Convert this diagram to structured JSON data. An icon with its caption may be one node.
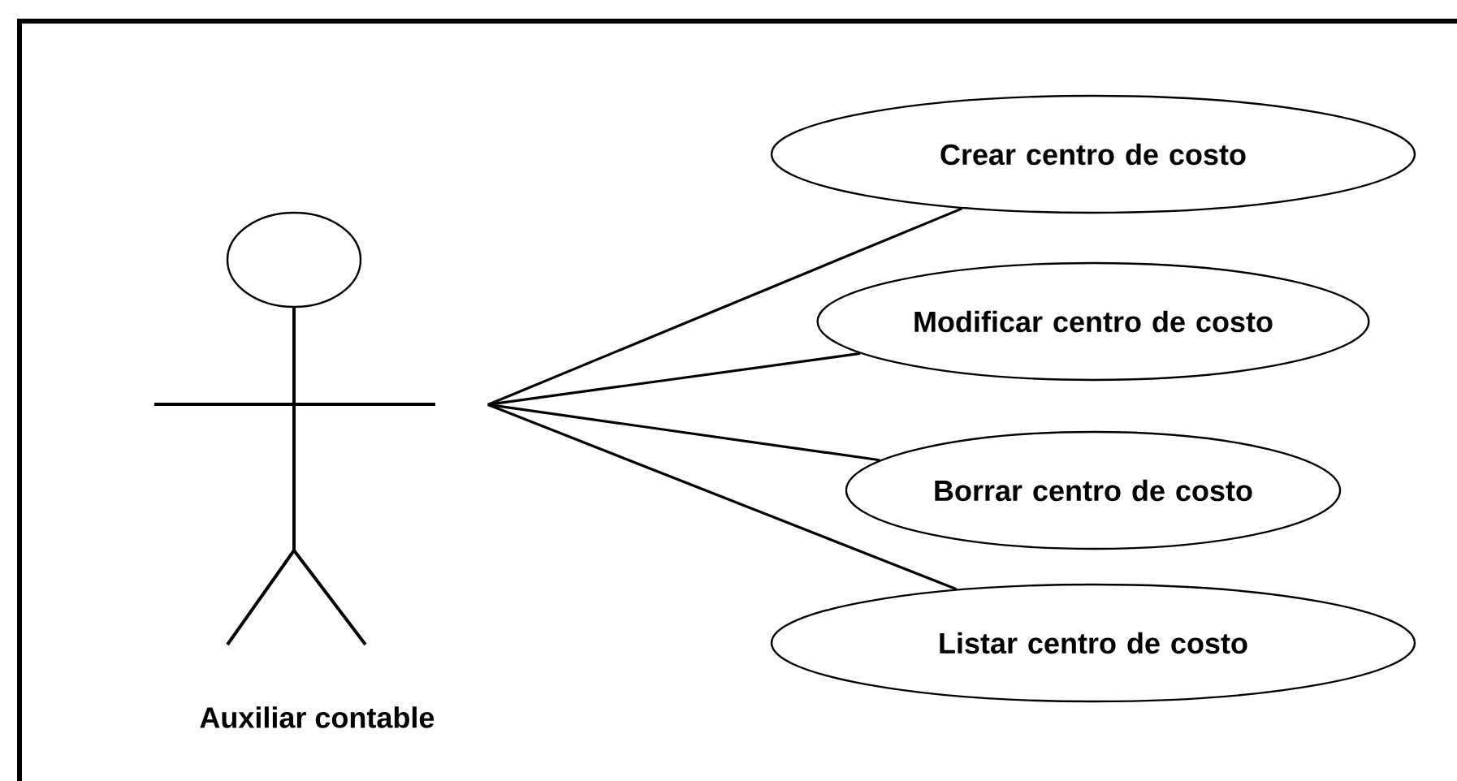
{
  "diagram": {
    "nodes": [
      {
        "text": [
          "Auxiliar contable"
        ]
      },
      {
        "text": [
          "Crear centro de costo"
        ]
      },
      {
        "text": [
          "Modificar centro de costo"
        ]
      },
      {
        "text": [
          "Borrar centro de costo"
        ]
      },
      {
        "text": [
          "Listar centro de costo"
        ]
      }
    ],
    "edges": [
      {
        "from": 0,
        "to": 1,
        "arrow": "none"
      },
      {
        "from": 0,
        "to": 2,
        "arrow": "none"
      },
      {
        "from": 0,
        "to": 3,
        "arrow": "none"
      },
      {
        "from": 0,
        "to": 4,
        "arrow": "none"
      }
    ]
  }
}
